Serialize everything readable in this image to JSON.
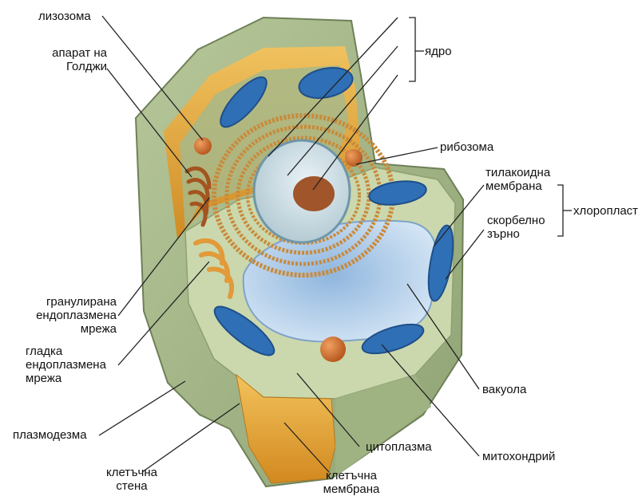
{
  "labels": {
    "lysosome": "лизозома",
    "golgi_1": "апарат на",
    "golgi_2": "Голджи",
    "nucleus": "ядро",
    "ribosome": "рибозома",
    "thylakoid_1": "тилакоидна",
    "thylakoid_2": "мембрана",
    "chloroplast": "хлоропласт",
    "starch_1": "скорбелно",
    "starch_2": "зърно",
    "rough_er_1": "гранулирана",
    "rough_er_2": "ендоплазмена",
    "rough_er_3": "мрежа",
    "smooth_er_1": "гладка",
    "smooth_er_2": "ендоплазмена",
    "smooth_er_3": "мрежа",
    "plasmodesma": "плазмодезма",
    "vacuole": "вакуола",
    "cytoplasm": "цитоплазма",
    "mitochondrion": "митохондрий",
    "cell_wall_1": "клетъчна",
    "cell_wall_2": "стена",
    "cell_membrane_1": "клетъчна",
    "cell_membrane_2": "мембрана"
  },
  "colors": {
    "cell_wall": "#9fb27e",
    "cell_wall_dark": "#7f9366",
    "cytoplasm": "#c9d6a8",
    "inner_wall_orange": "#e8a23a",
    "vacuole": "#bcd6ee",
    "chloroplast": "#2f6fb5",
    "nucleus": "#a85a2a",
    "er": "#c98a3a"
  }
}
